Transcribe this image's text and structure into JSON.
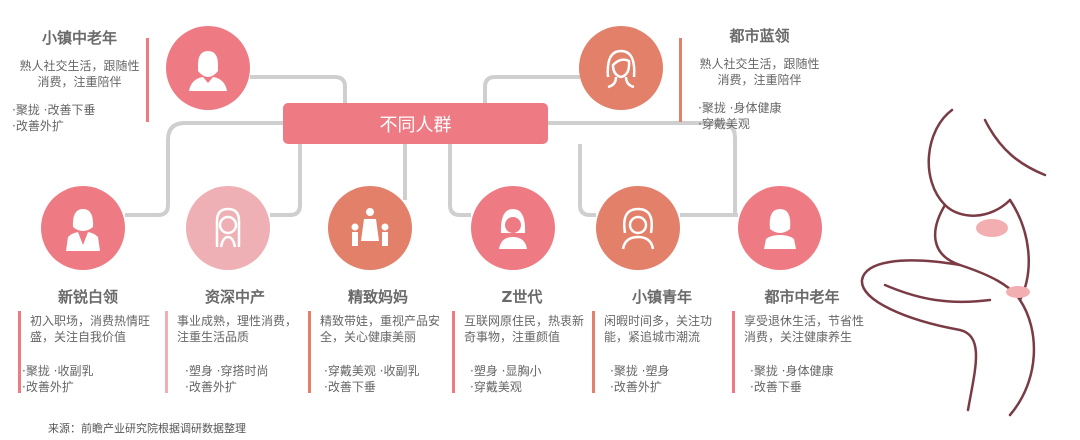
{
  "center_label": "不同人群",
  "colors": {
    "pink": "#ee7b84",
    "salmon": "#e2806a",
    "light_pink": "#eeb0b4",
    "line": "#cfcfcf"
  },
  "top_groups": [
    {
      "title": "小镇中老年",
      "desc": [
        "熟人社交生活，跟随性",
        "消费，注重陪伴"
      ],
      "keywords": [
        "·聚拢 ·改善下垂",
        "·改善外扩"
      ],
      "icon": "elderly-woman-icon"
    },
    {
      "title": "都市蓝领",
      "desc": [
        "熟人社交生活，跟随性",
        "消费，注重陪伴"
      ],
      "keywords": [
        "·聚拢 ·身体健康",
        "·穿戴美观"
      ],
      "icon": "woman-outline-icon"
    }
  ],
  "bottom_groups": [
    {
      "title": "新锐白领",
      "desc": "初入职场，消费热情旺盛，关注自我价值",
      "keywords": [
        "·聚拢 ·收副乳",
        "·改善外扩"
      ],
      "icon": "businesswoman-icon"
    },
    {
      "title": "资深中产",
      "desc": "事业成熟，理性消费，注重生活品质",
      "keywords": [
        "·塑身 ·穿搭时尚",
        "·改善外扩"
      ],
      "icon": "long-hair-woman-icon"
    },
    {
      "title": "精致妈妈",
      "desc": "精致带娃，重视产品安全，关心健康美丽",
      "keywords": [
        "·穿戴美观 ·收副乳",
        "·改善下垂"
      ],
      "icon": "mother-children-icon"
    },
    {
      "title": "Z世代",
      "desc": "互联网原住民，热衷新奇事物，注重颜值",
      "keywords": [
        "·塑身 ·显胸小",
        "·穿戴美观"
      ],
      "icon": "young-girl-icon"
    },
    {
      "title": "小镇青年",
      "desc": "闲暇时间多，关注功能，紧追城市潮流",
      "keywords": [
        "·聚拢 ·塑身",
        "·改善外扩"
      ],
      "icon": "curly-hair-woman-icon"
    },
    {
      "title": "都市中老年",
      "desc": "享受退休生活，节省性消费，关注健康养生",
      "keywords": [
        "·聚拢 ·身体健康",
        "·改善下垂"
      ],
      "icon": "short-hair-woman-icon"
    }
  ],
  "source": "来源：前瞻产业研究院根据调研数据整理"
}
